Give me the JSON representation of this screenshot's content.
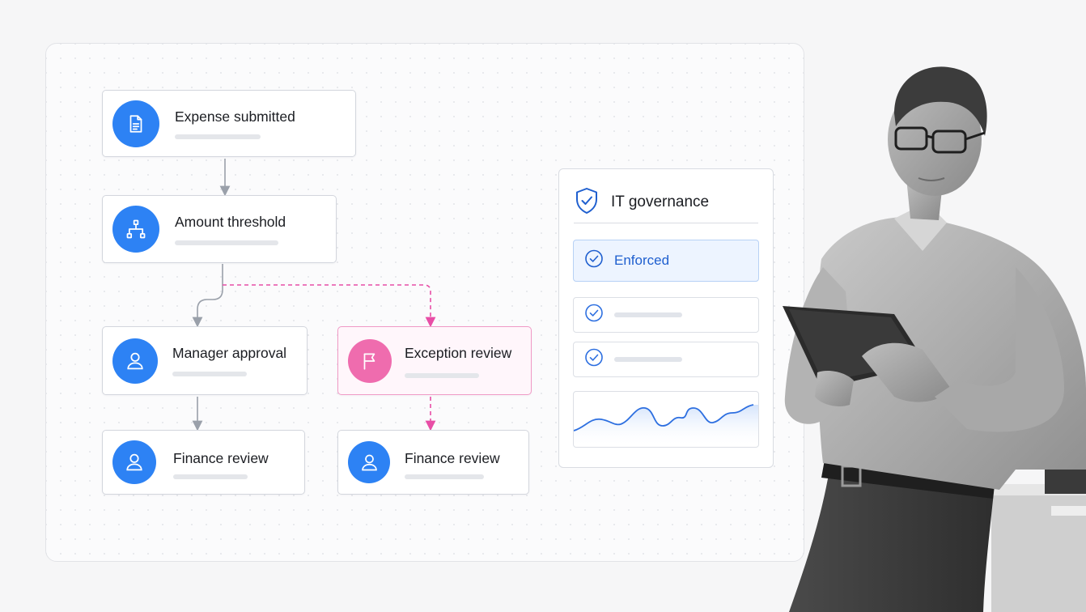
{
  "flow": {
    "nodes": [
      {
        "id": "expense-submitted",
        "title": "Expense submitted",
        "icon": "document-icon"
      },
      {
        "id": "amount-threshold",
        "title": "Amount threshold",
        "icon": "branch-icon"
      },
      {
        "id": "manager-approval",
        "title": "Manager approval",
        "icon": "user-icon"
      },
      {
        "id": "exception-review",
        "title": "Exception review",
        "icon": "flag-icon"
      },
      {
        "id": "finance-review-left",
        "title": "Finance review",
        "icon": "user-icon"
      },
      {
        "id": "finance-review-right",
        "title": "Finance review",
        "icon": "user-icon"
      }
    ]
  },
  "governance": {
    "title": "IT governance",
    "shield_icon": "shield-check-icon",
    "enforced_label": "Enforced",
    "check_icon": "check-circle-icon"
  },
  "colors": {
    "accent_blue": "#2d82f4",
    "exception_pink": "#ef6cae",
    "enforced_text": "#1f5fcf",
    "background": "#f6f6f7"
  }
}
